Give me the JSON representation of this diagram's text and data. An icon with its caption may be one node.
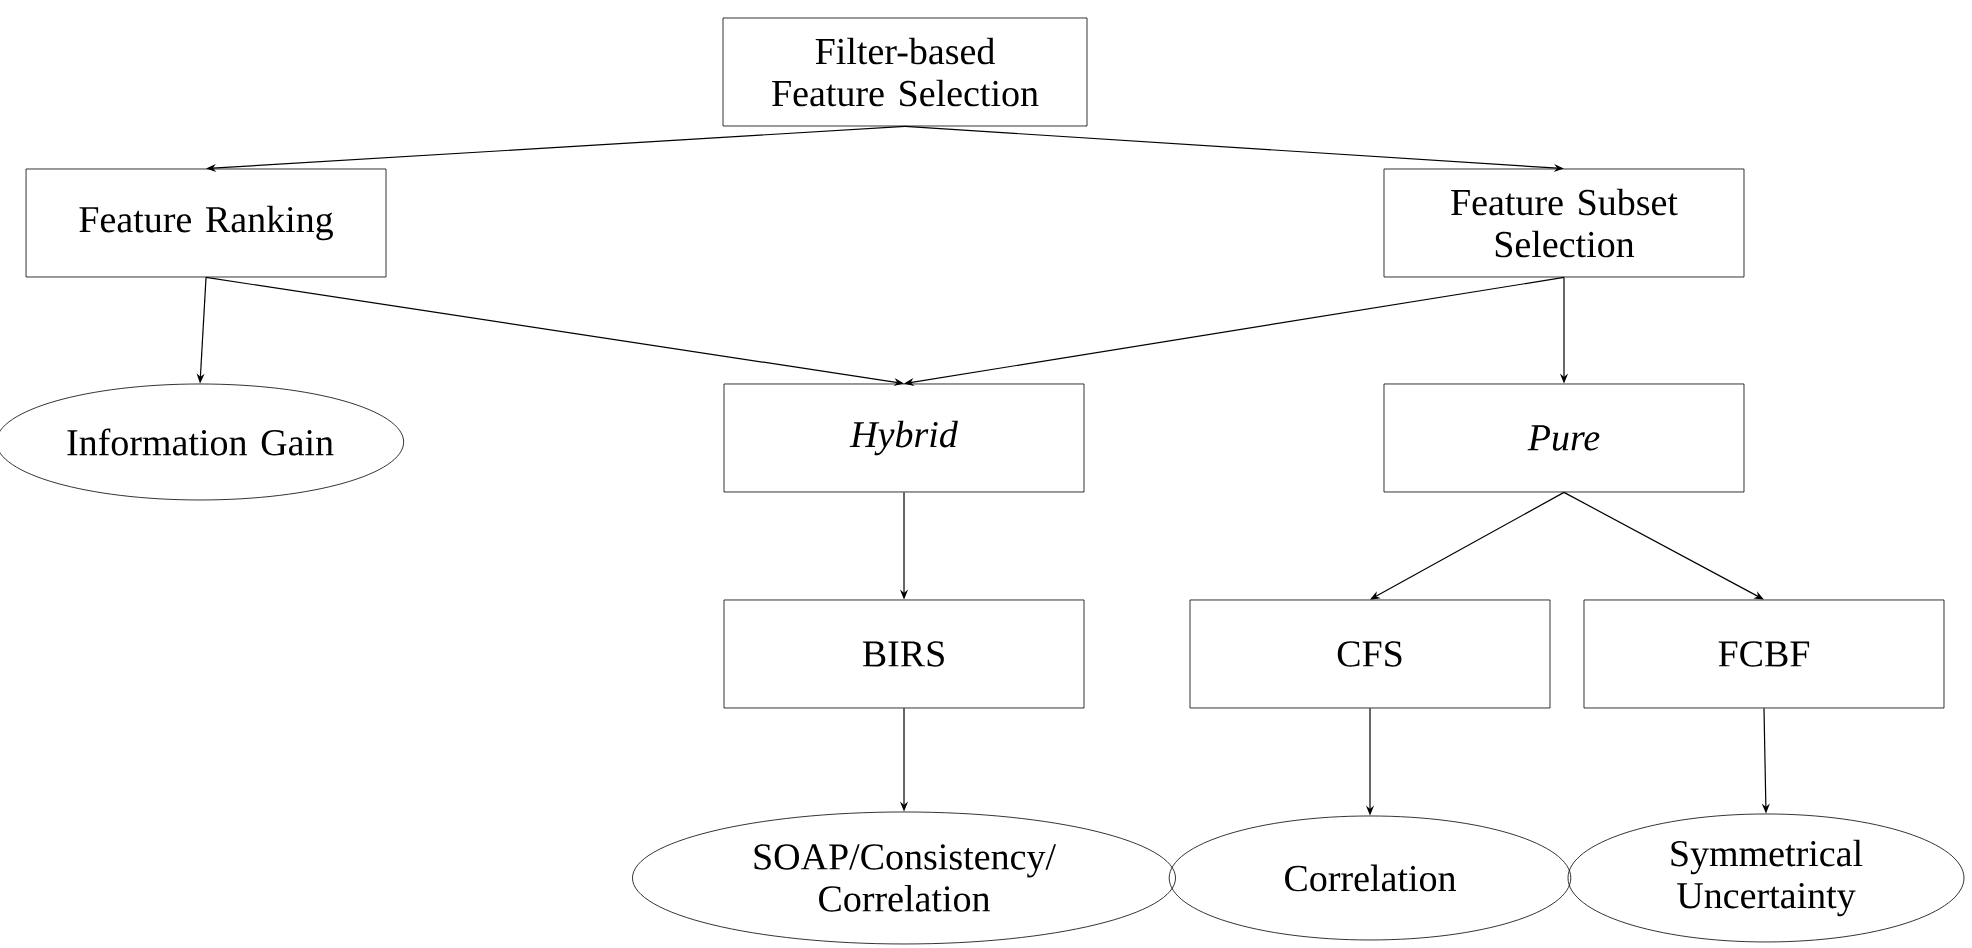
{
  "diagram": {
    "nodes": [
      {
        "text": [
          "Filter-based Feature Selection"
        ]
      },
      {
        "text": [
          "Feature Ranking"
        ]
      },
      {
        "text": [
          "Feature Subset Selection"
        ]
      },
      {
        "text": [
          "Information Gain"
        ]
      },
      {
        "text": [
          "Hybrid"
        ]
      },
      {
        "text": [
          "Pure"
        ]
      },
      {
        "text": [
          "BIRS"
        ]
      },
      {
        "text": [
          "CFS"
        ]
      },
      {
        "text": [
          "FCBF"
        ]
      },
      {
        "text": [
          "SOAP/Consistency/Correlation"
        ]
      },
      {
        "text": [
          "Correlation"
        ]
      },
      {
        "text": [
          "Symmetrical Uncertainty"
        ]
      }
    ],
    "edges": [
      {
        "from": 0,
        "to": 1,
        "arrow": "to"
      },
      {
        "from": 0,
        "to": 2,
        "arrow": "to"
      },
      {
        "from": 1,
        "to": 3,
        "arrow": "to"
      },
      {
        "from": 1,
        "to": 4,
        "arrow": "to"
      },
      {
        "from": 2,
        "to": 4,
        "arrow": "to"
      },
      {
        "from": 2,
        "to": 5,
        "arrow": "to"
      },
      {
        "from": 4,
        "to": 6,
        "arrow": "to"
      },
      {
        "from": 5,
        "to": 7,
        "arrow": "to"
      },
      {
        "from": 5,
        "to": 8,
        "arrow": "to"
      },
      {
        "from": 6,
        "to": 9,
        "arrow": "to"
      },
      {
        "from": 7,
        "to": 10,
        "arrow": "to"
      },
      {
        "from": 8,
        "to": 11,
        "arrow": "to"
      }
    ]
  }
}
